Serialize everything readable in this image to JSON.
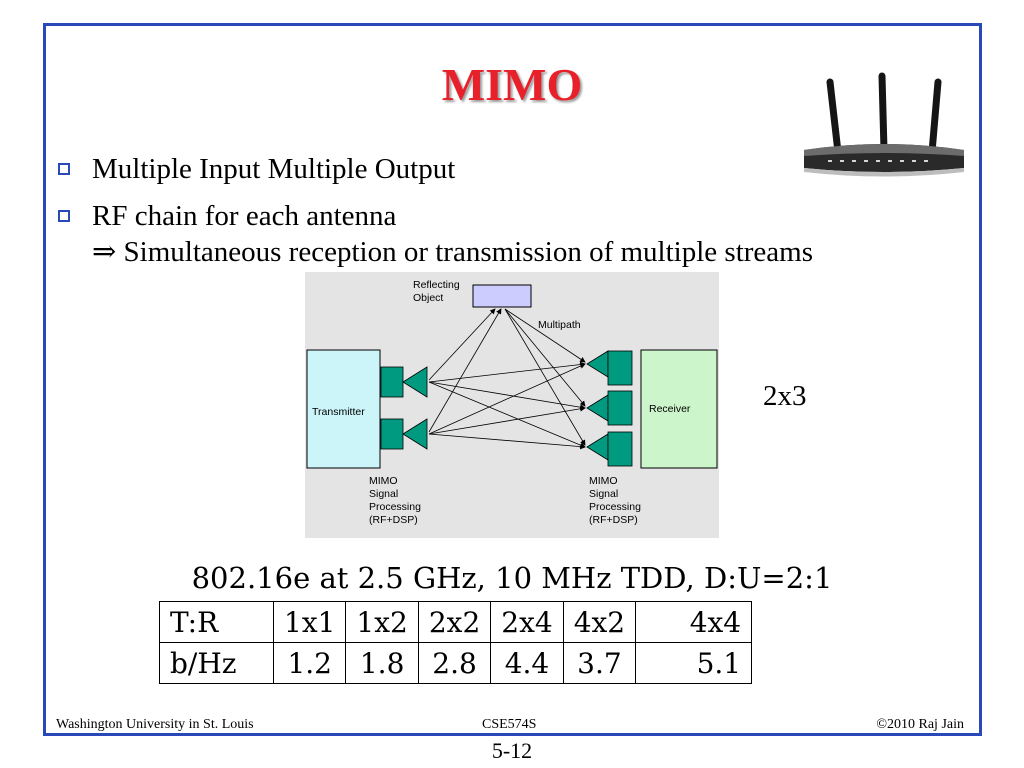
{
  "slide": {
    "title": "MIMO",
    "bullets": [
      {
        "text": "Multiple Input Multiple Output"
      },
      {
        "text": "RF chain for each antenna",
        "sub": "⇒ Simultaneous reception or transmission of multiple streams"
      }
    ]
  },
  "figure": {
    "reflecting_object": [
      "Reflecting",
      "Object"
    ],
    "multipath": "Multipath",
    "transmitter": "Transmitter",
    "receiver": "Receiver",
    "processing_label": [
      "MIMO",
      "Signal",
      "Processing",
      "(RF+DSP)"
    ]
  },
  "ratio_label": "2x3",
  "table": {
    "caption": "802.16e at 2.5 GHz, 10 MHz TDD, D:U=2:1",
    "header": [
      "T:R",
      "1x1",
      "1x2",
      "2x2",
      "2x4",
      "4x2",
      "4x4"
    ],
    "row": [
      "b/Hz",
      "1.2",
      "1.8",
      "2.8",
      "4.4",
      "3.7",
      "5.1"
    ]
  },
  "footer": {
    "left": "Washington University in St. Louis",
    "center": "CSE574S",
    "right": "©2010 Raj Jain"
  },
  "page_number": "5-12",
  "colors": {
    "frame": "#2a49b8",
    "title": "#e8202a",
    "transmitter": "#ccf5fa",
    "receiver": "#ccf5cc",
    "antenna": "#009a80"
  }
}
